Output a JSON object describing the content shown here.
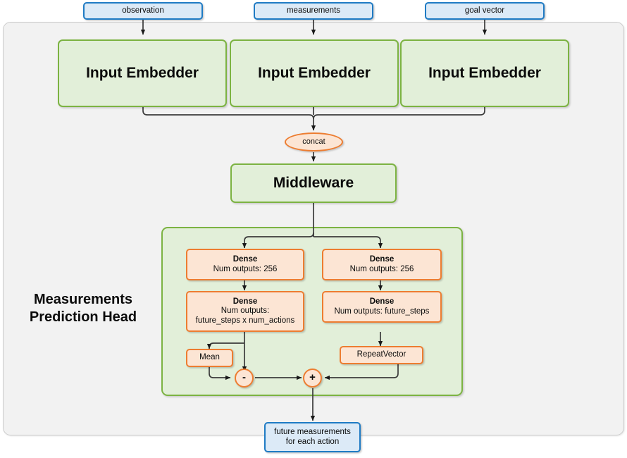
{
  "diagram": {
    "title": "Measurements Prediction Head network diagram",
    "colors": {
      "blue_border": "#1f7bc4",
      "blue_fill": "#dceaf7",
      "green_border": "#7cb342",
      "green_fill": "#e2efd9",
      "orange_border": "#ed7d31",
      "orange_fill": "#fce5d4",
      "container_fill": "#f2f2f2",
      "container_border": "#cccccc",
      "wire": "#333333"
    },
    "inputs": [
      {
        "label": "observation"
      },
      {
        "label": "measurements"
      },
      {
        "label": "goal vector"
      }
    ],
    "embedders": [
      {
        "label": "Input Embedder"
      },
      {
        "label": "Input Embedder"
      },
      {
        "label": "Input Embedder"
      }
    ],
    "concat": {
      "label": "concat"
    },
    "middleware": {
      "label": "Middleware"
    },
    "head": {
      "label_line1": "Measurements",
      "label_line2": "Prediction Head",
      "left_branch": {
        "dense1": {
          "title": "Dense",
          "detail": "Num outputs: 256"
        },
        "dense2": {
          "title": "Dense",
          "detail_line1": "Num outputs:",
          "detail_line2": "future_steps x num_actions"
        },
        "mean": {
          "label": "Mean"
        }
      },
      "right_branch": {
        "dense1": {
          "title": "Dense",
          "detail": "Num outputs: 256"
        },
        "dense2": {
          "title": "Dense",
          "detail": "Num outputs: future_steps"
        },
        "repeat_vector": {
          "label": "RepeatVector"
        }
      },
      "operators": [
        {
          "symbol": "-",
          "name": "subtract"
        },
        {
          "symbol": "+",
          "name": "add"
        }
      ]
    },
    "output": {
      "line1": "future measurements",
      "line2": "for each action"
    }
  }
}
